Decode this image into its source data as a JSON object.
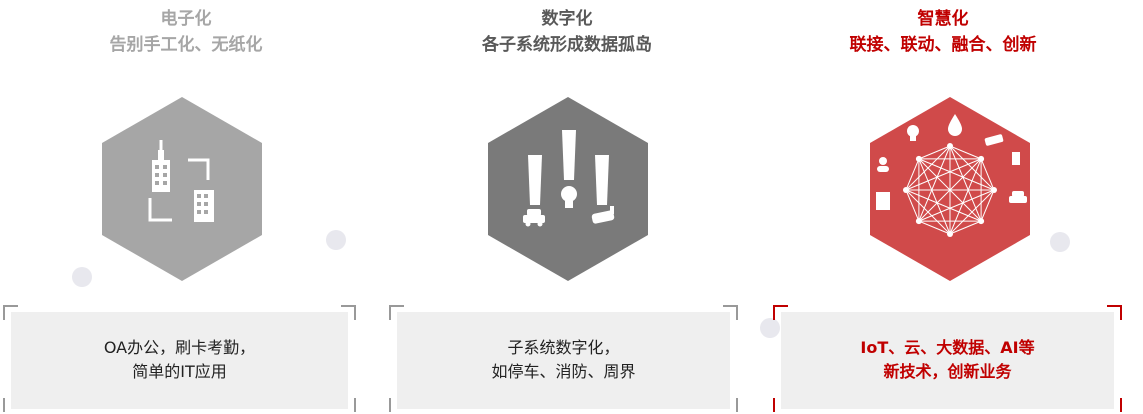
{
  "stages": [
    {
      "title": "电子化",
      "subtitle": "告别手工化、无纸化",
      "box_line1": "OA办公，刷卡考勤，",
      "box_line2": "简单的IT应用",
      "color": "#a6a6a6"
    },
    {
      "title": "数字化",
      "subtitle": "各子系统形成数据孤岛",
      "box_line1": "子系统数字化，",
      "box_line2": "如停车、消防、周界",
      "color": "#7a7a7a"
    },
    {
      "title": "智慧化",
      "subtitle": "联接、联动、融合、创新",
      "box_line1": "IoT、云、大数据、AI等",
      "box_line2": "新技术，创新业务",
      "color": "#d04a4a"
    }
  ],
  "colors": {
    "stage1": "#a6a6a6",
    "stage2": "#7a7a7a",
    "stage3": "#d04a4a",
    "accent_red": "#c00000",
    "box_bg": "#efefef",
    "dot": "#e8e8ee"
  }
}
